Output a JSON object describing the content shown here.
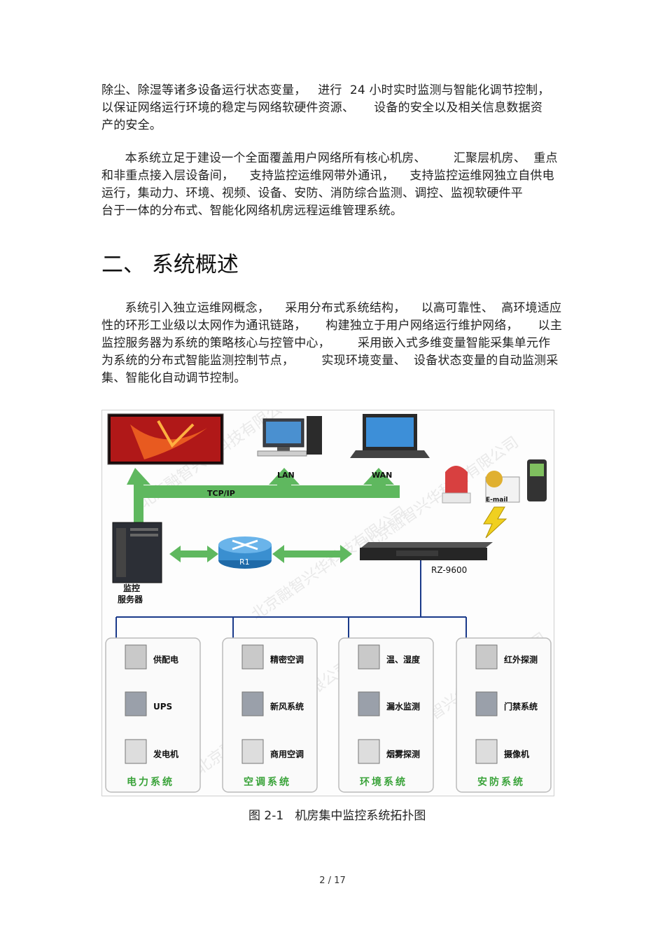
{
  "paragraphs": {
    "p1": [
      "除尘、除湿等诸多设备运行状态变量，   进行  24 小时实时监测与智能化调节控制，",
      "以保证网络运行环境的稳定与网络软硬件资源、     设备的安全以及相关信息数据资",
      "产的安全。"
    ],
    "p2": [
      "      本系统立足于建设一个全面覆盖用户网络所有核心机房、       汇聚层机房、  重点",
      "和非重点接入层设备间，    支持监控运维网带外通讯，    支持监控运维网独立自供电",
      "运行，集动力、环境、视频、设备、安防、消防综合监测、调控、监视软硬件平",
      "台于一体的分布式、智能化网络机房远程运维管理系统。"
    ],
    "p3": [
      "      系统引入独立运维网概念，    采用分布式系统结构，    以高可靠性、  高环境适应",
      "性的环形工业级以太网作为通讯链路，     构建独立于用户网络运行维护网络，     以主",
      "监控服务器为系统的策略核心与控管中心，       采用嵌入式多维变量智能采集单元作",
      "为系统的分布式智能监测控制节点，       实现环境变量、  设备状态变量的自动监测采",
      "集、智能化自动调节控制。"
    ]
  },
  "heading": "二、 系统概述",
  "figure": {
    "caption": "图 2-1   机房集中监控系统拓扑图",
    "labels": {
      "tcpip": "TCP/IP",
      "lan": "LAN",
      "wan": "WAN",
      "email": "E-mail",
      "router": "R1",
      "device": "RZ-9600",
      "server_line1": "监控",
      "server_line2": "服务器"
    },
    "groups": [
      {
        "title": "电力系统",
        "items": [
          "供配电",
          "UPS",
          "发电机"
        ]
      },
      {
        "title": "空调系统",
        "items": [
          "精密空调",
          "新风系统",
          "商用空调"
        ]
      },
      {
        "title": "环境系统",
        "items": [
          "温、湿度",
          "漏水监测",
          "烟雾探测"
        ]
      },
      {
        "title": "安防系统",
        "items": [
          "红外探测",
          "门禁系统",
          "摄像机"
        ]
      }
    ],
    "watermark": "北京融智兴华科技有限公司"
  },
  "page_number": "2 / 17",
  "colors": {
    "arrow_green": "#5fb85f",
    "bus_blue": "#1a3a8a",
    "group_title_green": "#3aa33a"
  }
}
